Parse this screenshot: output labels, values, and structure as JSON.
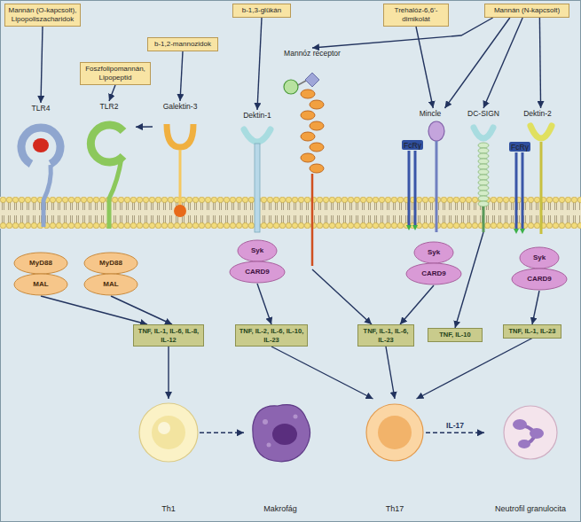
{
  "diagram": {
    "nodes": [
      {
        "text": [
          "Mannán (O-kapcsolt), Lipopoliszacharidok"
        ]
      },
      {
        "text": [
          "Foszfolipomannán, Lipopeptid"
        ]
      },
      {
        "text": [
          "b-1,2-mannozidok"
        ]
      },
      {
        "text": [
          "b-1,3-glükán"
        ]
      },
      {
        "text": [
          "Trehalóz-6,6'-dimikolát"
        ]
      },
      {
        "text": [
          "Mannán (N-kapcsolt)"
        ]
      },
      {
        "text": [
          "TLR4"
        ]
      },
      {
        "text": [
          "TLR2"
        ]
      },
      {
        "text": [
          "Galektin-3"
        ]
      },
      {
        "text": [
          "Dektin-1"
        ]
      },
      {
        "text": [
          "Mannóz receptor"
        ]
      },
      {
        "text": [
          "Mincle"
        ]
      },
      {
        "text": [
          "FcRγ"
        ],
        "in": 11
      },
      {
        "text": [
          "DC-SIGN"
        ]
      },
      {
        "text": [
          "Dektin-2"
        ]
      },
      {
        "text": [
          "FcRγ"
        ],
        "in": 14
      },
      {
        "text": [
          "MyD88",
          "MAL"
        ]
      },
      {
        "text": [
          "MyD88",
          "MAL"
        ]
      },
      {
        "text": [
          "Syk",
          "CARD9"
        ]
      },
      {
        "text": [
          "Syk",
          "CARD9"
        ]
      },
      {
        "text": [
          "Syk",
          "CARD9"
        ]
      },
      {
        "text": [
          "TNF, IL-1, IL-6, IL-8, IL-12"
        ]
      },
      {
        "text": [
          "TNF, IL-2, IL-6, IL-10, IL-23"
        ]
      },
      {
        "text": [
          "TNF, IL-1, IL-6, IL-23"
        ]
      },
      {
        "text": [
          "TNF, IL-10"
        ]
      },
      {
        "text": [
          "TNF, IL-1, IL-23"
        ]
      },
      {
        "text": [
          "Th1"
        ]
      },
      {
        "text": [
          "Makrofág"
        ]
      },
      {
        "text": [
          "Th17"
        ]
      },
      {
        "text": [
          "Neutrofil granulocita"
        ]
      }
    ],
    "edges": [
      {
        "from": 0,
        "to": 6,
        "arrow": "to"
      },
      {
        "from": 1,
        "to": 7,
        "arrow": "to"
      },
      {
        "from": 2,
        "to": 8,
        "arrow": "to"
      },
      {
        "from": 8,
        "to": 7,
        "arrow": "to"
      },
      {
        "from": 3,
        "to": 9,
        "arrow": "to"
      },
      {
        "from": 5,
        "to": 10,
        "arrow": "to"
      },
      {
        "from": 4,
        "to": 11,
        "arrow": "to"
      },
      {
        "from": 5,
        "to": 11,
        "arrow": "to"
      },
      {
        "from": 5,
        "to": 13,
        "arrow": "to"
      },
      {
        "from": 5,
        "to": 14,
        "arrow": "to"
      },
      {
        "from": 16,
        "to": 21,
        "arrow": "to"
      },
      {
        "from": 17,
        "to": 21,
        "arrow": "to"
      },
      {
        "from": 18,
        "to": 22,
        "arrow": "to"
      },
      {
        "from": 10,
        "to": 23,
        "arrow": "to"
      },
      {
        "from": 19,
        "to": 23,
        "arrow": "to"
      },
      {
        "from": 13,
        "to": 24,
        "arrow": "to"
      },
      {
        "from": 20,
        "to": 25,
        "arrow": "to"
      },
      {
        "from": 21,
        "to": 26,
        "arrow": "to"
      },
      {
        "from": 22,
        "to": 28,
        "arrow": "to"
      },
      {
        "from": 23,
        "to": 28,
        "arrow": "to"
      },
      {
        "from": 25,
        "to": 28,
        "arrow": "to"
      },
      {
        "from": 26,
        "to": 27,
        "arrow": "to"
      },
      {
        "from": 28,
        "to": 29,
        "label": "IL-17",
        "arrow": "to"
      }
    ]
  }
}
